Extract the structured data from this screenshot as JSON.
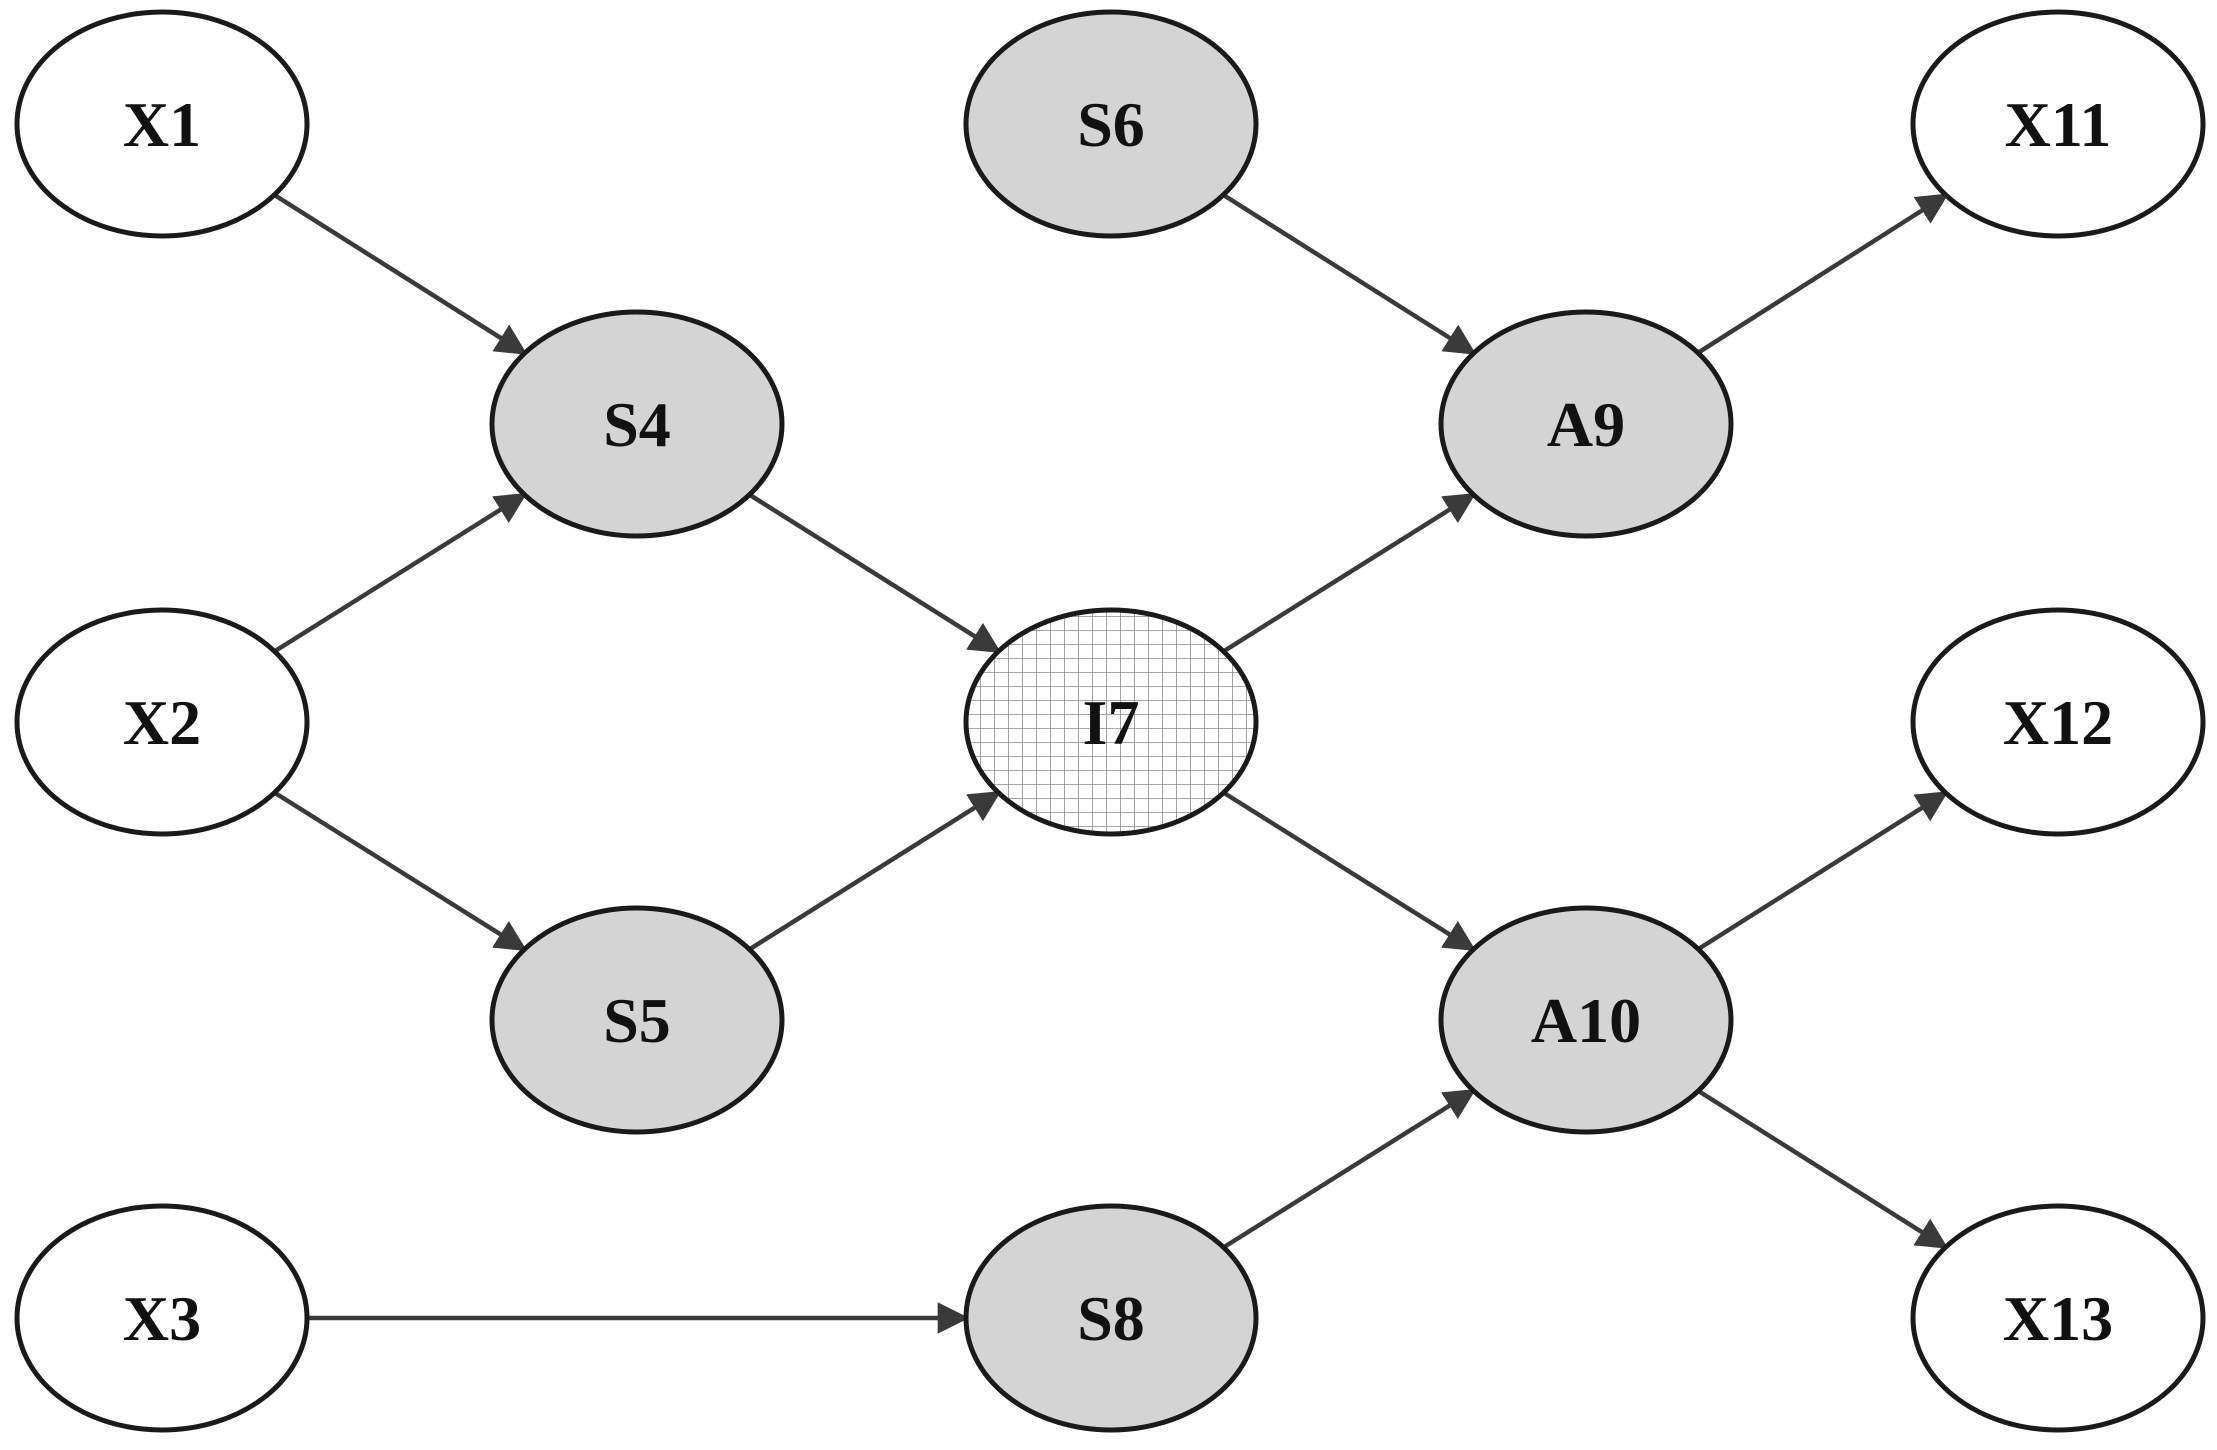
{
  "diagram": {
    "nodes": [
      {
        "id": "X1",
        "label": "X1",
        "style": "white"
      },
      {
        "id": "X2",
        "label": "X2",
        "style": "white"
      },
      {
        "id": "X3",
        "label": "X3",
        "style": "white"
      },
      {
        "id": "S4",
        "label": "S4",
        "style": "gray"
      },
      {
        "id": "S5",
        "label": "S5",
        "style": "gray"
      },
      {
        "id": "S6",
        "label": "S6",
        "style": "gray"
      },
      {
        "id": "I7",
        "label": "I7",
        "style": "grid"
      },
      {
        "id": "S8",
        "label": "S8",
        "style": "gray"
      },
      {
        "id": "A9",
        "label": "A9",
        "style": "gray"
      },
      {
        "id": "A10",
        "label": "A10",
        "style": "gray"
      },
      {
        "id": "X11",
        "label": "X11",
        "style": "white"
      },
      {
        "id": "X12",
        "label": "X12",
        "style": "white"
      },
      {
        "id": "X13",
        "label": "X13",
        "style": "white"
      }
    ],
    "edges": [
      {
        "from": "X1",
        "to": "S4"
      },
      {
        "from": "X2",
        "to": "S4"
      },
      {
        "from": "X2",
        "to": "S5"
      },
      {
        "from": "S4",
        "to": "I7"
      },
      {
        "from": "S5",
        "to": "I7"
      },
      {
        "from": "S6",
        "to": "A9"
      },
      {
        "from": "I7",
        "to": "A9"
      },
      {
        "from": "I7",
        "to": "A10"
      },
      {
        "from": "X3",
        "to": "S8"
      },
      {
        "from": "S8",
        "to": "A10"
      },
      {
        "from": "A9",
        "to": "X11"
      },
      {
        "from": "A10",
        "to": "X12"
      },
      {
        "from": "A10",
        "to": "X13"
      }
    ],
    "colors": {
      "gray_fill": "#d4d4d4",
      "white_fill": "#ffffff",
      "outline": "#1a1a1a",
      "edge": "#3a3a3a",
      "grid_line": "#8a8a8a"
    }
  }
}
